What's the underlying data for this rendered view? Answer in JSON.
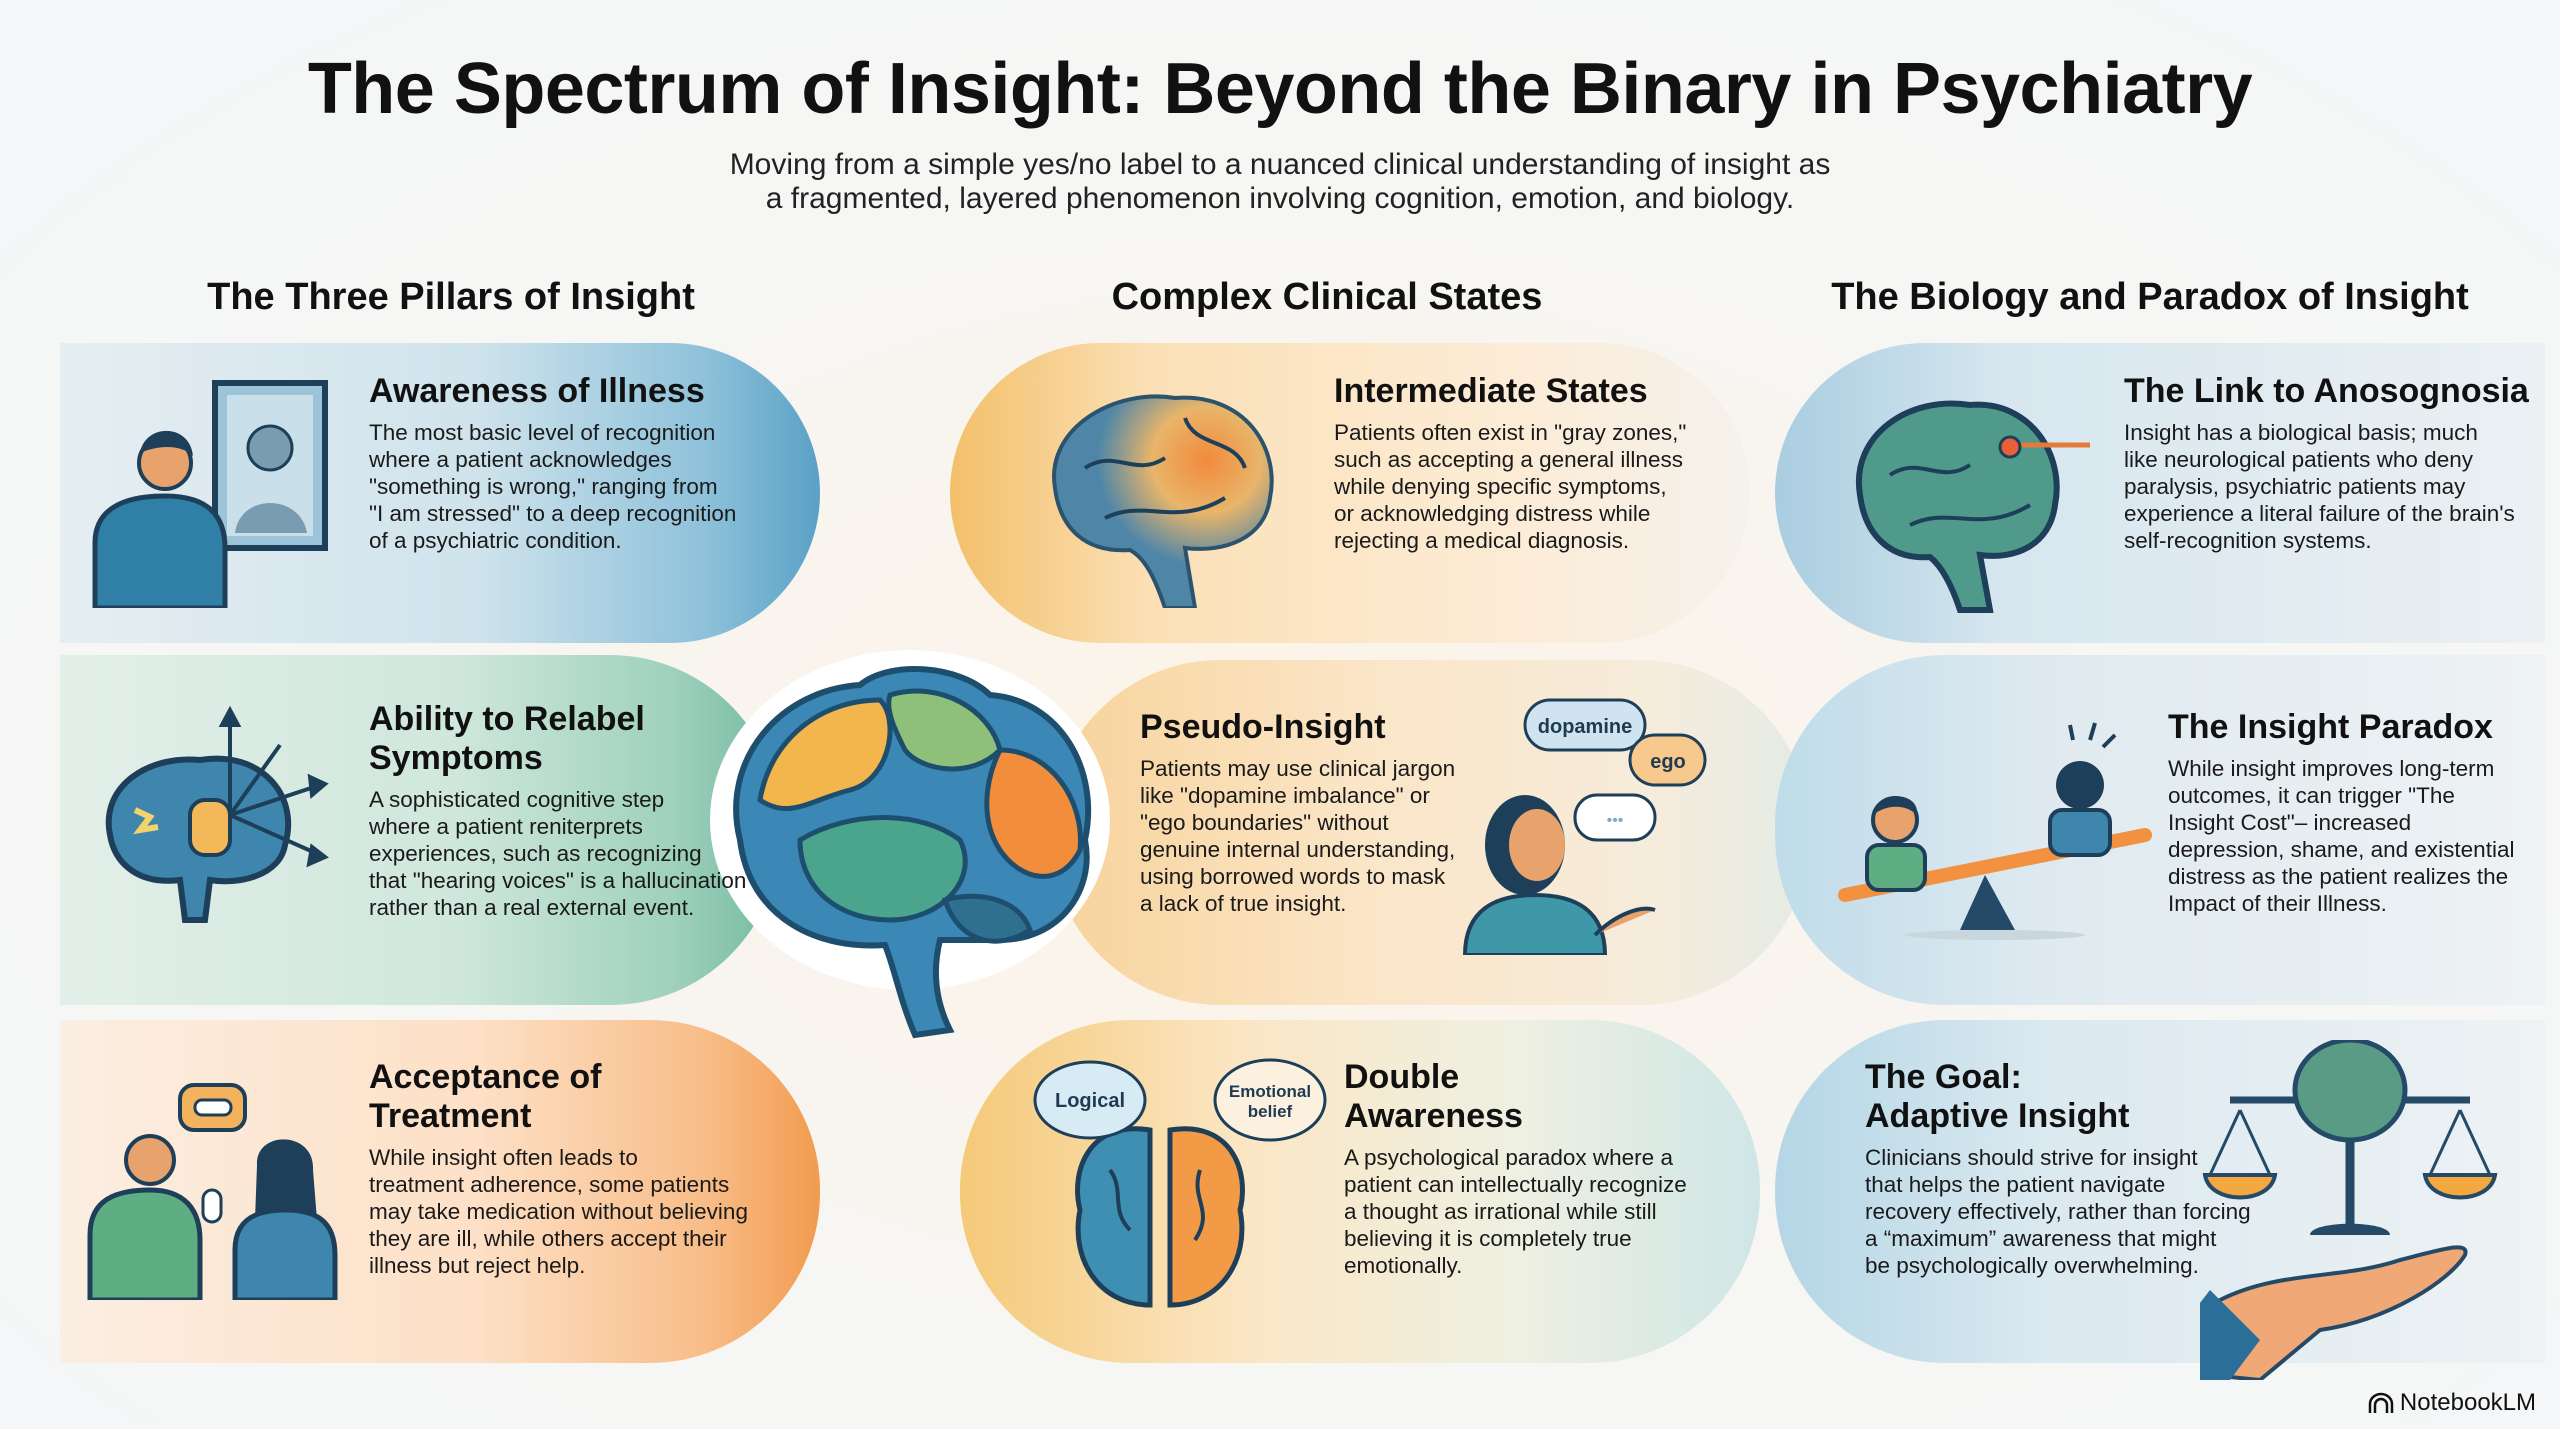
{
  "title": "The Spectrum of Insight: Beyond the Binary in Psychiatry",
  "subtitle": [
    "Moving from a simple yes/no label to a nuanced clinical understanding of insight as",
    "a fragmented, layered phenomenon involving cognition, emotion, and biology."
  ],
  "columns": [
    {
      "heading": "The Three Pillars of Insight"
    },
    {
      "heading": "Complex Clinical States"
    },
    {
      "heading": "The Biology and Paradox of Insight"
    }
  ],
  "cards": [
    {
      "id": "awareness",
      "icon": "person-mirror-icon",
      "title": [
        "Awareness of Illness"
      ],
      "body": [
        "The most basic level of recognition",
        "where a patient acknowledges",
        "\"something is wrong,\" ranging from",
        "\"I am stressed\" to a deep recognition",
        "of a psychiatric condition."
      ]
    },
    {
      "id": "relabel",
      "icon": "brain-arrows-icon",
      "title": [
        "Ability to Relabel",
        "Symptoms"
      ],
      "body": [
        "A sophisticated cognitive step",
        "where a patient reniterprets",
        "experiences, such as recognizing",
        "that \"hearing voices\" is a hallucination",
        "rather than a real external event."
      ]
    },
    {
      "id": "acceptance",
      "icon": "medication-handoff-icon",
      "title": [
        "Acceptance of",
        "Treatment"
      ],
      "body": [
        "While insight often leads to",
        "treatment adherence, some patients",
        "may take medication without believing",
        "they are ill, while others accept their",
        "illness but reject help."
      ]
    },
    {
      "id": "intermediate",
      "icon": "brain-hotspot-icon",
      "title": [
        "Intermediate States"
      ],
      "body": [
        "Patients often exist in \"gray zones,\"",
        "such as accepting a general illness",
        "while denying specific symptoms,",
        "or acknowledging distress while",
        "rejecting a medical diagnosis."
      ]
    },
    {
      "id": "pseudo",
      "icon": "speaking-woman-icon",
      "title": [
        "Pseudo-Insight"
      ],
      "body": [
        "Patients may use clinical jargon",
        "like \"dopamine imbalance\" or",
        "\"ego boundaries\" without",
        "genuine internal understanding,",
        "using borrowed words to mask",
        "a lack of true insight."
      ]
    },
    {
      "id": "double",
      "icon": "split-brain-icon",
      "title": [
        "Double",
        "Awareness"
      ],
      "body": [
        "A psychological paradox where a",
        "patient can intellectually recognize",
        "a thought as irrational while still",
        "believing it is completely true",
        "emotionally."
      ]
    },
    {
      "id": "anosognosia",
      "icon": "brain-pin-icon",
      "title": [
        "The Link to Anosognosia"
      ],
      "body": [
        "Insight has a biological basis; much",
        "like neurological patients who deny",
        "paralysis, psychiatric patients may",
        "experience a literal failure of the brain's",
        "self-recognition systems."
      ]
    },
    {
      "id": "paradox",
      "icon": "seesaw-icon",
      "title": [
        "The Insight Paradox"
      ],
      "body": [
        "While insight improves long-term",
        "outcomes, it can trigger \"The",
        "Insight Cost\"– increased",
        "depression, shame, and existential",
        "distress as the patient realizes the",
        "Impact of their Illness."
      ]
    },
    {
      "id": "goal",
      "icon": "scales-hand-icon",
      "title": [
        "The Goal:",
        "Adaptive Insight"
      ],
      "body": [
        "Clinicians should strive for insight",
        "that helps the patient navigate",
        "recovery effectively, rather than forcing",
        "a “maximum” awareness that might",
        "be psychologically overwhelming."
      ]
    }
  ],
  "bubbles": {
    "dopamine": "dopamine",
    "ego": "ego",
    "ellipsis": "•••",
    "logical": "Logical",
    "emotional": [
      "Emotional",
      "belief"
    ]
  },
  "brand": "NotebookLM",
  "colors": {
    "blue": "#4f95bd",
    "green": "#6fb59a",
    "orange": "#f2913f",
    "amber": "#f5b955",
    "navy": "#244a68"
  }
}
